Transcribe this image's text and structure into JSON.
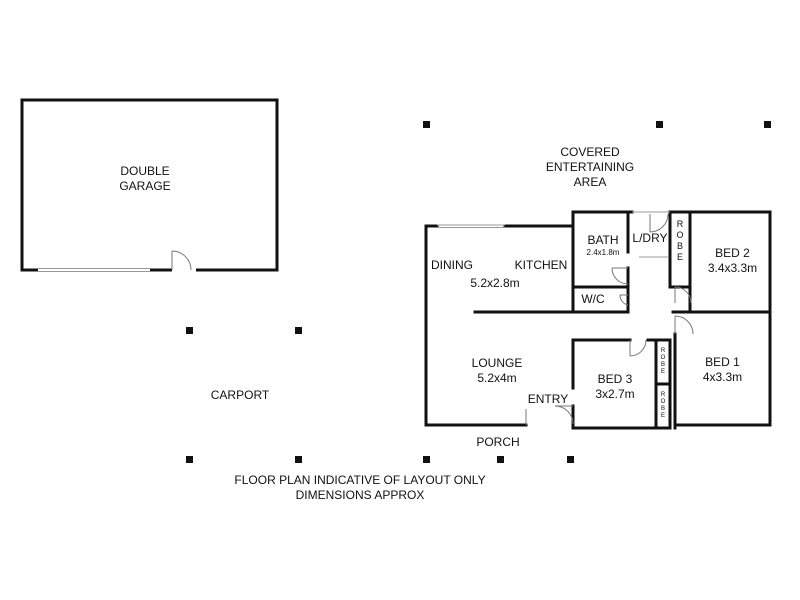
{
  "rooms": {
    "garage": [
      "DOUBLE",
      "GARAGE"
    ],
    "covered": [
      "COVERED",
      "ENTERTAINING",
      "AREA"
    ],
    "bath": "BATH",
    "bath_dim": "2.4x1.8m",
    "ldry": "L/DRY",
    "bed2": "BED 2",
    "bed2_dim": "3.4x3.3m",
    "dining": "DINING",
    "kitchen": "KITCHEN",
    "dining_dim": "5.2x2.8m",
    "wc": "W/C",
    "lounge": "LOUNGE",
    "lounge_dim": "5.2x4m",
    "bed3": "BED 3",
    "bed3_dim": "3x2.7m",
    "bed1": "BED 1",
    "bed1_dim": "4x3.3m",
    "entry": "ENTRY",
    "porch": "PORCH",
    "carport": "CARPORT",
    "robe_letters": [
      "R",
      "O",
      "B",
      "E"
    ]
  },
  "disclaimer": [
    "FLOOR PLAN INDICATIVE OF LAYOUT ONLY",
    "DIMENSIONS APPROX"
  ],
  "colors": {
    "wall": "#111111",
    "background": "#ffffff",
    "door": "#666666"
  }
}
